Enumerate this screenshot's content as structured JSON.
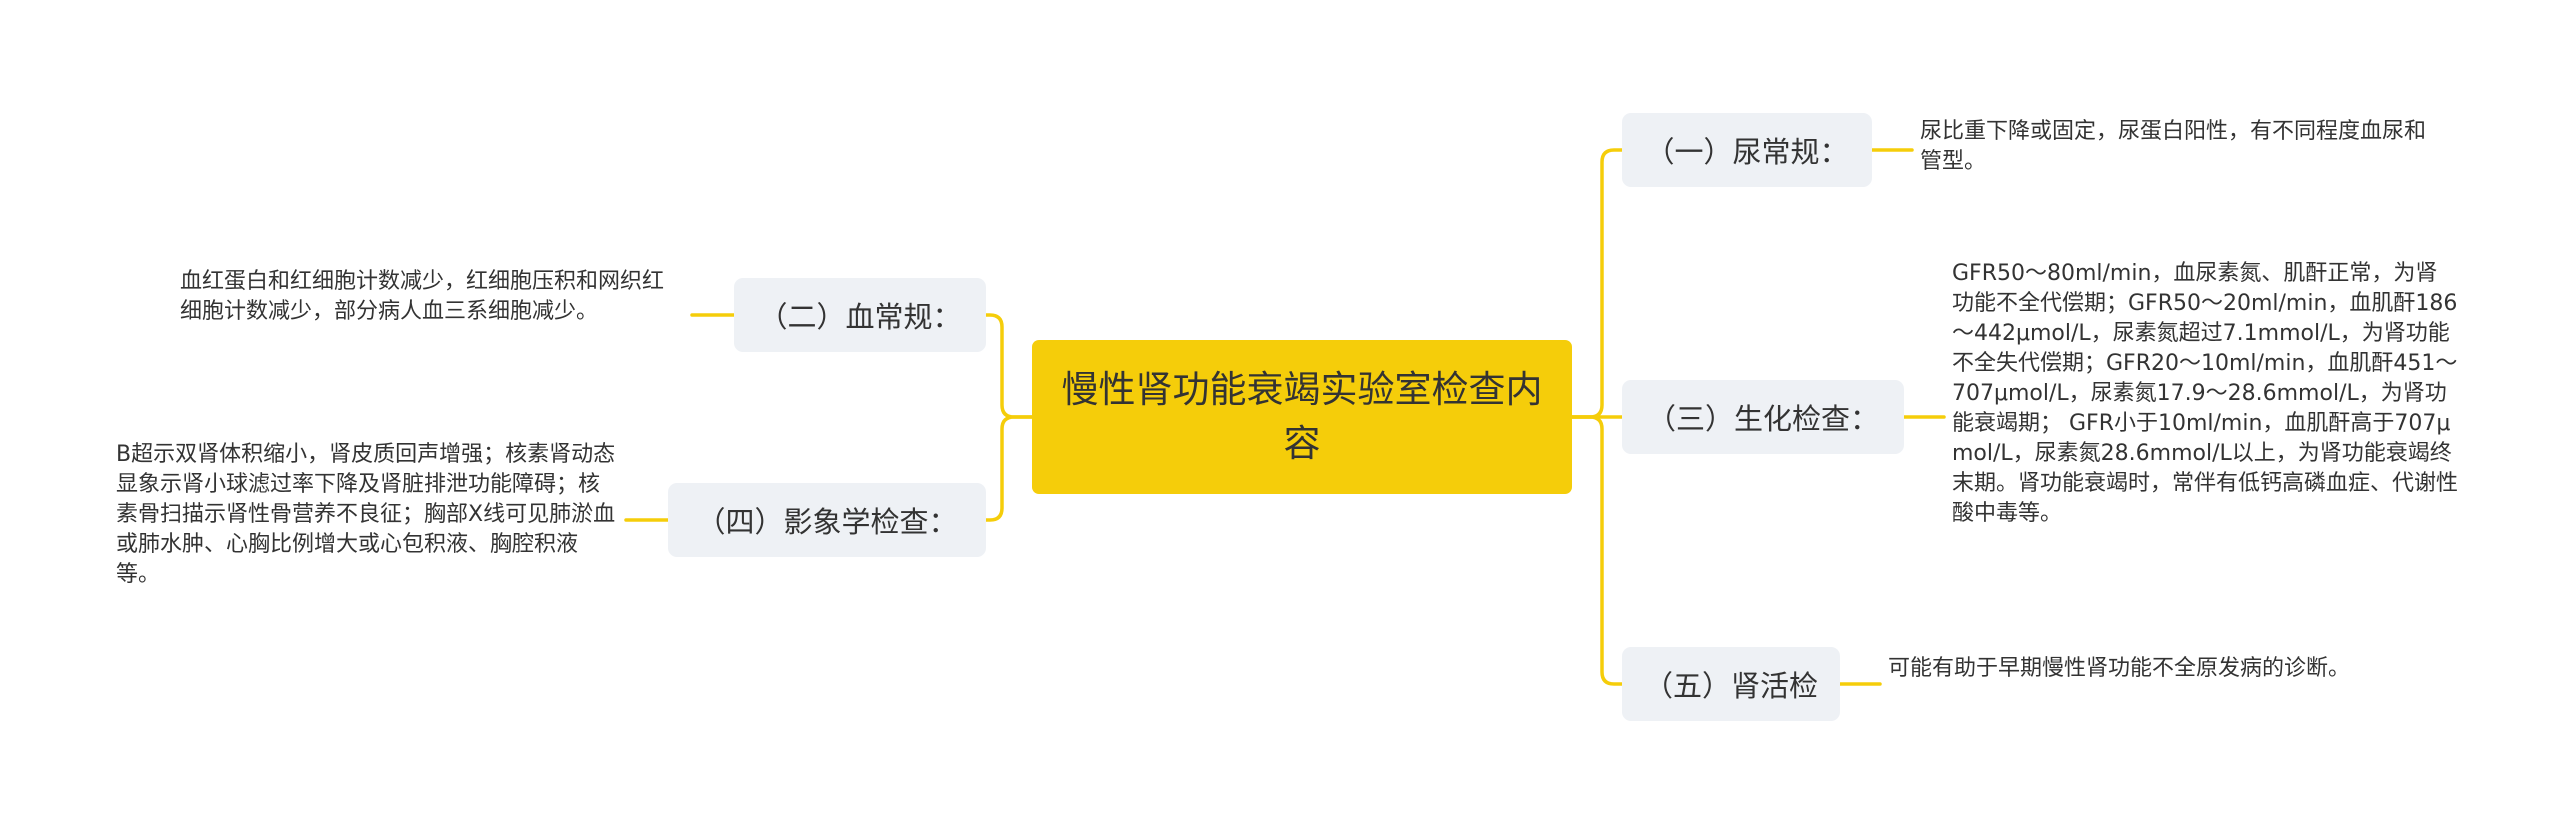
{
  "root": {
    "title": "慢性肾功能衰竭实验室检查内容"
  },
  "branches": {
    "niao": {
      "label": "（一）尿常规：",
      "detail": "尿比重下降或固定，尿蛋白阳性，有不同程度血尿和管型。"
    },
    "xue": {
      "label": "（二）血常规：",
      "detail": "血红蛋白和红细胞计数减少，红细胞压积和网织红细胞计数减少，部分病人血三系细胞减少。"
    },
    "shenghua": {
      "label": "（三）生化检查：",
      "detail": "GFR50～80ml/min，血尿素氮、肌酐正常，为肾功能不全代偿期；GFR50～20ml/min，血肌酐186～442μmol/L，尿素氮超过7.1mmol/L，为肾功能不全失代偿期；GFR20～10ml/min，血肌酐451～707μmol/L，尿素氮17.9～28.6mmol/L，为肾功能衰竭期； GFR小于10ml/min，血肌酐高于707μmol/L，尿素氮28.6mmol/L以上，为肾功能衰竭终末期。肾功能衰竭时，常伴有低钙高磷血症、代谢性酸中毒等。"
    },
    "yingxiang": {
      "label": "（四）影象学检查：",
      "detail": "B超示双肾体积缩小，肾皮质回声增强；核素肾动态显象示肾小球滤过率下降及肾脏排泄功能障碍；核素骨扫描示肾性骨营养不良征；胸部X线可见肺淤血或肺水肿、心胸比例增大或心包积液、胸腔积液等。"
    },
    "shenhuo": {
      "label": "（五）肾活检",
      "detail": "可能有助于早期慢性肾功能不全原发病的诊断。"
    }
  },
  "colors": {
    "accent": "#f5cd0a",
    "node_bg": "#eef1f5",
    "text": "#333333"
  }
}
